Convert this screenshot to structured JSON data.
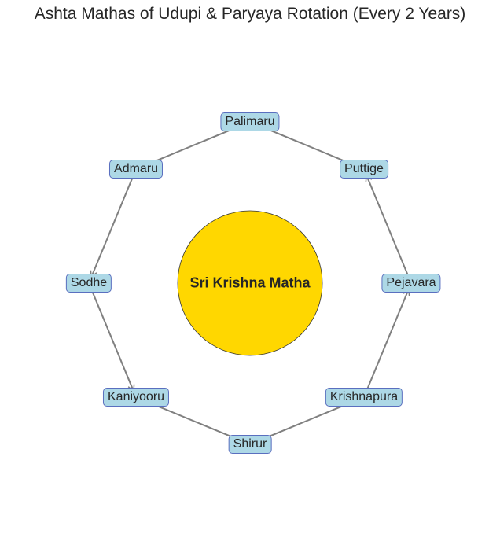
{
  "title": "Ashta Mathas of Udupi & Paryaya Rotation (Every 2 Years)",
  "center": {
    "label": "Sri Krishna Matha",
    "color": "#ffd700"
  },
  "node_color": "#add8e6",
  "edge_color": "#808080",
  "mathas": [
    "Palimaru",
    "Puttige",
    "Pejavara",
    "Krishnapura",
    "Shirur",
    "Kaniyooru",
    "Sodhe",
    "Admaru"
  ]
}
